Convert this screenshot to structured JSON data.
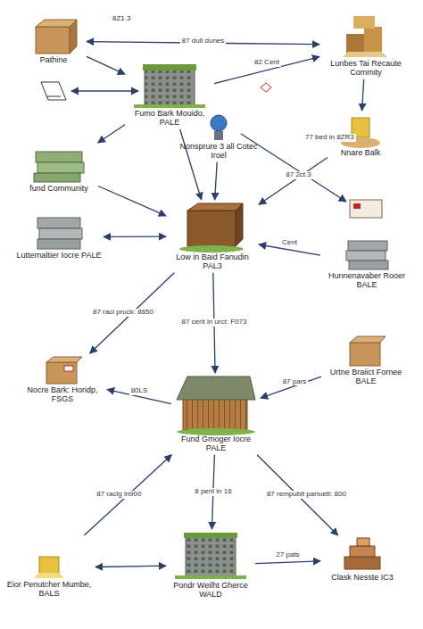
{
  "diagram": {
    "nodes": [
      {
        "text": [
          "Pathine"
        ]
      },
      {
        "text": [
          "Lunbes Tai Recaute Commity"
        ]
      },
      {
        "text": [
          "Fumo Bark Mouido, PALE"
        ]
      },
      {
        "text": [
          "Nonsprure 3 all Cotec Iroel"
        ]
      },
      {
        "text": [
          "Nnare Balk"
        ]
      },
      {
        "text": [
          "fund Community"
        ]
      },
      {
        "text": [
          "Lutternaltier Iocre PALE"
        ]
      },
      {
        "text": [
          "Low in Baid Fanudin PAL3"
        ]
      },
      {
        "text": [
          "Hunnenavaber Rooer BALE"
        ]
      },
      {
        "text": [
          "Nocre Bark: Horidp, FSGS"
        ]
      },
      {
        "text": [
          "Urtne Braiict Fornee BALE"
        ]
      },
      {
        "text": [
          "Fund Gmoger Iocre PALE"
        ]
      },
      {
        "text": [
          "Eior Penutcher Mumbe, BALS"
        ]
      },
      {
        "text": [
          "Pondr Weilht Gherce WALD"
        ]
      },
      {
        "text": [
          "Clask Nesste IC3"
        ]
      }
    ],
    "edges": [
      {
        "from": 0,
        "to": 1,
        "arrow": "both",
        "label": "87 dull dunes"
      },
      {
        "from": 0,
        "to": 2,
        "arrow": "to"
      },
      {
        "from": 2,
        "to": 1,
        "arrow": "to",
        "label": "82 Cent"
      },
      {
        "from": 1,
        "to": 4,
        "arrow": "to"
      },
      {
        "from": 2,
        "to": 5,
        "arrow": "to"
      },
      {
        "from": 2,
        "to": 7,
        "arrow": "to"
      },
      {
        "from": 3,
        "to": 7,
        "arrow": "to"
      },
      {
        "from": 5,
        "to": 7,
        "arrow": "to"
      },
      {
        "from": 6,
        "to": 7,
        "arrow": "both"
      },
      {
        "from": 4,
        "to": 7,
        "arrow": "to",
        "label": "87 2ct.3"
      },
      {
        "from": 8,
        "to": 7,
        "arrow": "to",
        "label": "Cent"
      },
      {
        "from": 7,
        "to": 9,
        "arrow": "to",
        "label": "87 raci pruck: 8650"
      },
      {
        "from": 7,
        "to": 11,
        "arrow": "to",
        "label": "87 cerit in urct: F073"
      },
      {
        "from": 11,
        "to": 9,
        "arrow": "to",
        "label": "80LS"
      },
      {
        "from": 10,
        "to": 11,
        "arrow": "to",
        "label": "87 pars"
      },
      {
        "from": 12,
        "to": 11,
        "arrow": "to",
        "label": "87 raclg in900"
      },
      {
        "from": 11,
        "to": 13,
        "arrow": "to",
        "label": "8 peril in 16"
      },
      {
        "from": 11,
        "to": 14,
        "arrow": "to",
        "label": "87 rempublt pariuett: 800"
      },
      {
        "from": 12,
        "to": 13,
        "arrow": "both"
      },
      {
        "from": 13,
        "to": 14,
        "arrow": "to",
        "label": "27 pats"
      }
    ],
    "labels": [
      "8Z1.3",
      "77 bed in 8ZR3"
    ]
  }
}
